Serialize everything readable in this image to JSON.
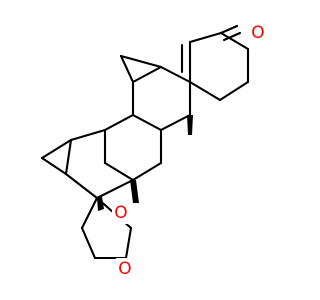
{
  "molecule": {
    "atom_labels": {
      "ketone_oxygen": "O",
      "ring_oxygen": "O",
      "lactone_carbonyl_oxygen": "O"
    },
    "colors": {
      "bond": "#000000",
      "heteroatom": "#ff0000",
      "background": "#ffffff"
    }
  }
}
